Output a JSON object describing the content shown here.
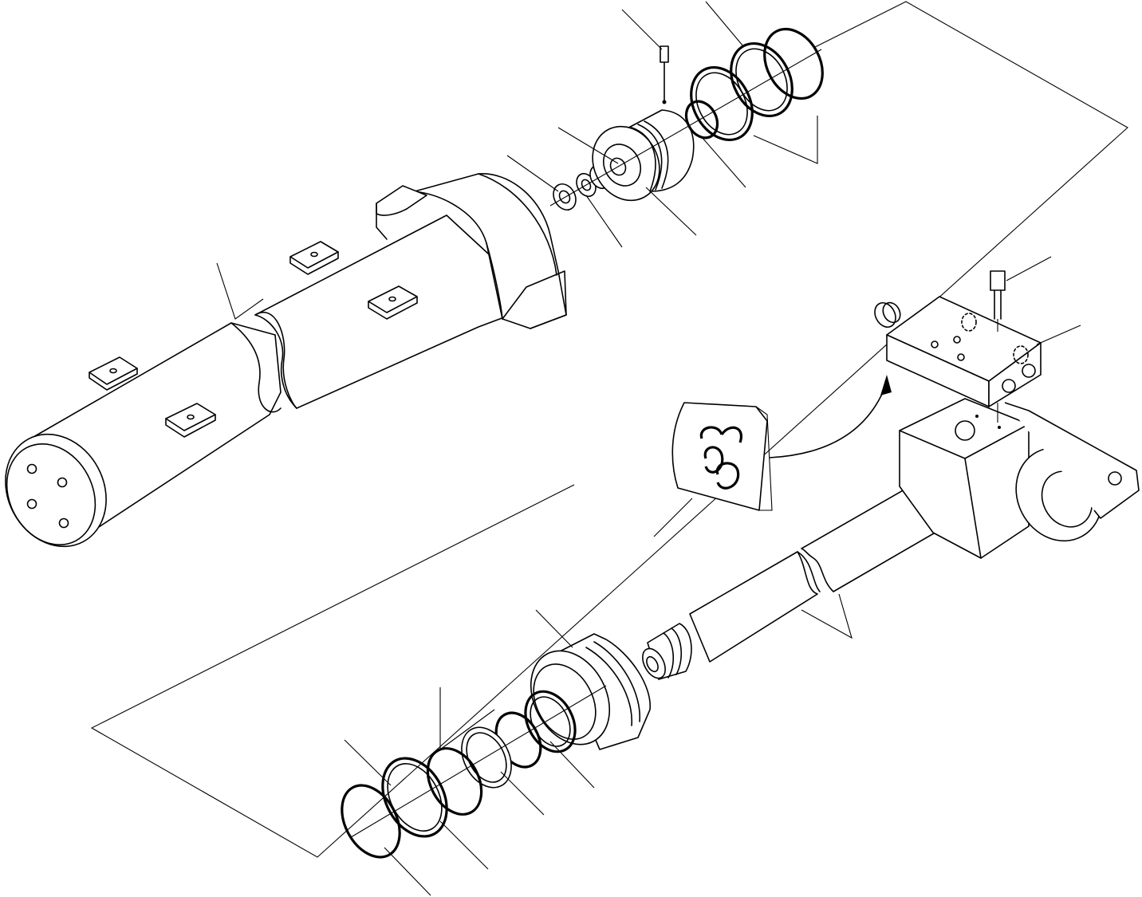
{
  "diagram": {
    "type": "exploded-parts-view",
    "subject": "hydraulic-cylinder",
    "line_color": "#000000",
    "background": "#ffffff",
    "callouts": 15,
    "labels": []
  }
}
